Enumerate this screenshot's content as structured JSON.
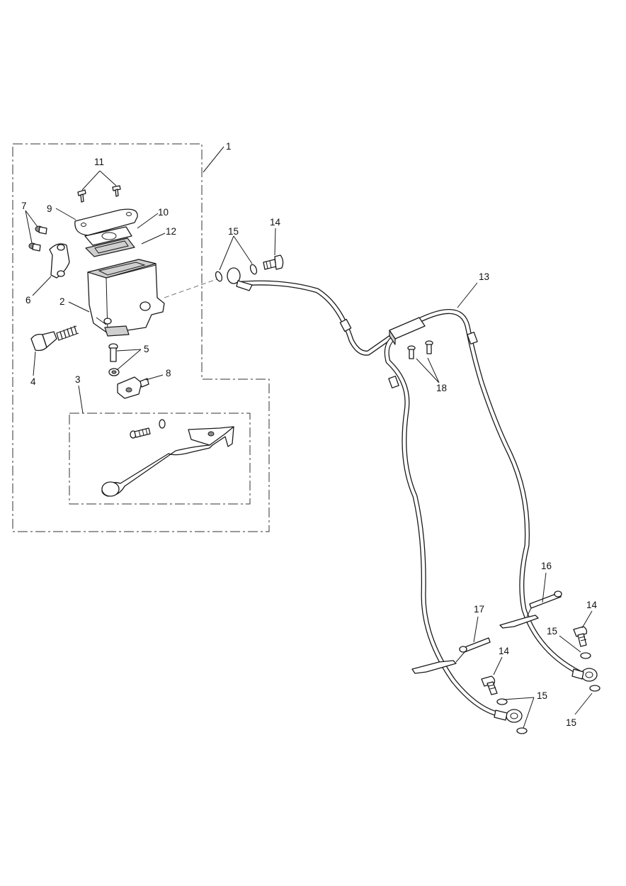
{
  "callouts": {
    "c1": "1",
    "c2": "2",
    "c3": "3",
    "c4": "4",
    "c5": "5",
    "c6": "6",
    "c7": "7",
    "c8": "8",
    "c9": "9",
    "c10": "10",
    "c11": "11",
    "c12": "12",
    "c13": "13",
    "c14a": "14",
    "c14b": "14",
    "c14c": "14",
    "c15a": "15",
    "c15b": "15",
    "c15c": "15",
    "c15d": "15",
    "c16": "16",
    "c17": "17",
    "c18": "18"
  }
}
